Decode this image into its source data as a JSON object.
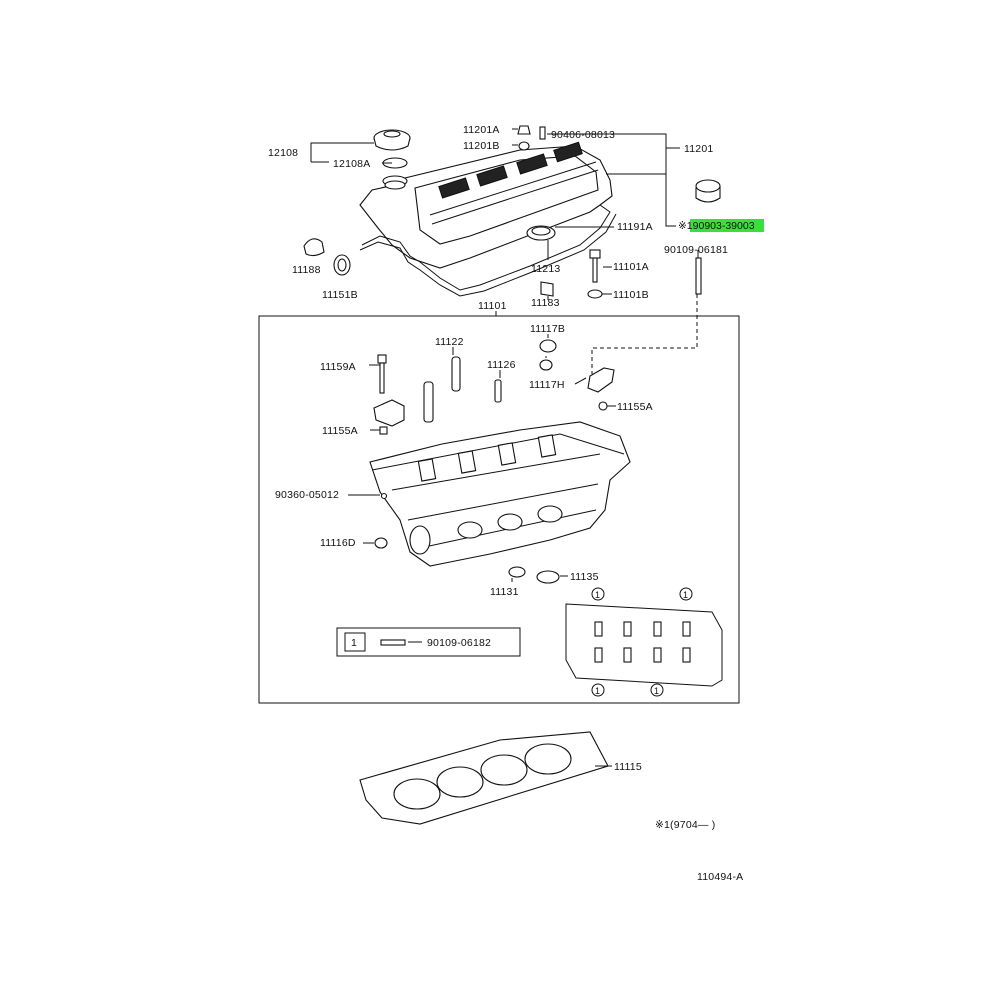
{
  "diagram_id": "110494-A",
  "footnote": "※1(9704—      )",
  "highlight_color": "#39e03a",
  "callout_symbol": "1",
  "callout_box_part": "90109-06182",
  "labels": {
    "p12108": "12108",
    "p12108A": "12108A",
    "p11201A": "11201A",
    "p11201B": "11201B",
    "p90406": "90406-08013",
    "p11201": "11201",
    "p90903": "※190903-39003",
    "p11191A": "11191A",
    "p11188": "11188",
    "p11151B": "11151B",
    "p11213": "11213",
    "p11101A": "11101A",
    "p11101B": "11101B",
    "p11183": "11183",
    "p90109_06181": "90109-06181",
    "p11101": "11101",
    "p11117B": "11117B",
    "p11122": "11122",
    "p11126": "11126",
    "p11159A": "11159A",
    "p11117H": "11117H",
    "p11155A_r": "11155A",
    "p11155A_l": "11155A",
    "p90360": "90360-05012",
    "p11116D": "11116D",
    "p11135": "11135",
    "p11131": "11131",
    "p11115": "11115"
  }
}
